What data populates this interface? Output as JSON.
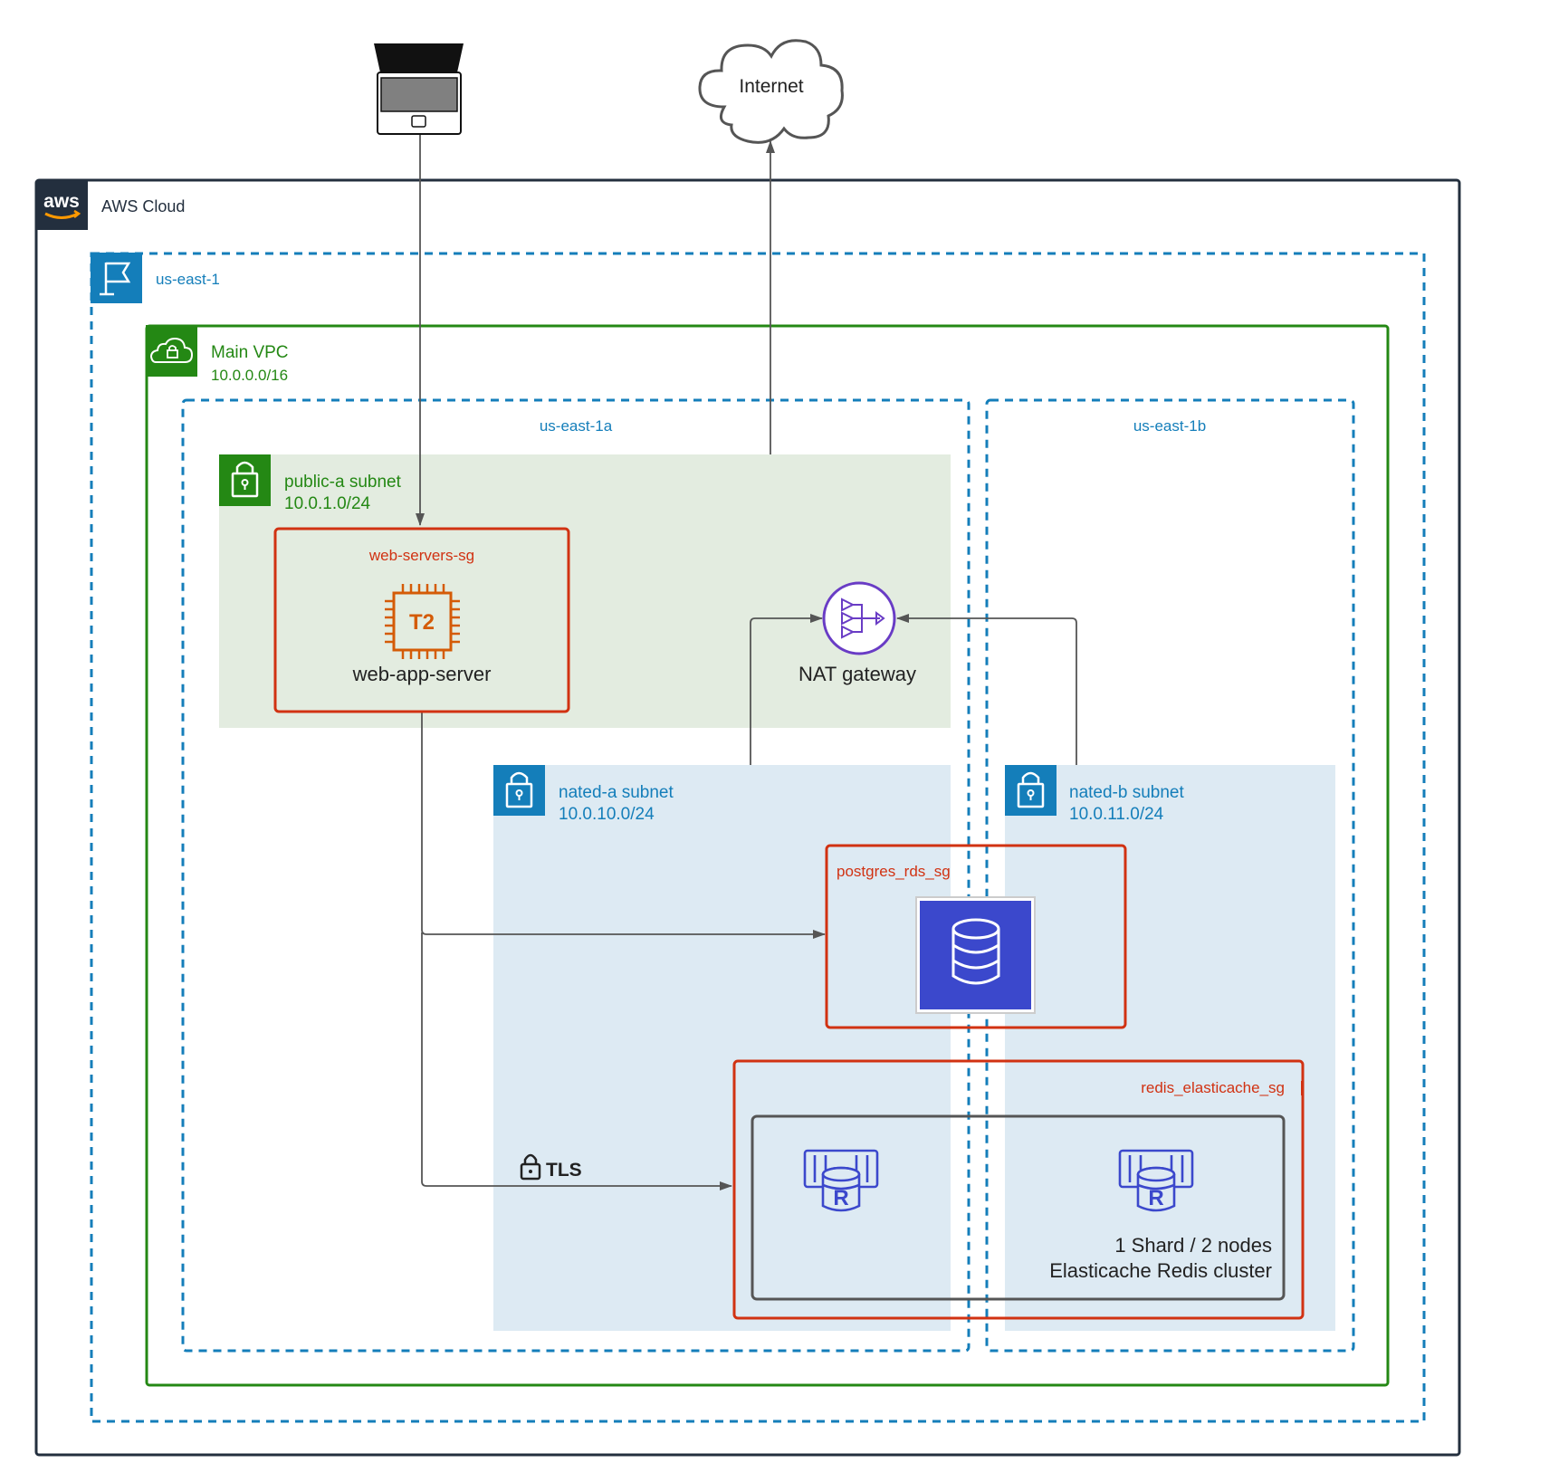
{
  "colors": {
    "aws_dark": "#232f3e",
    "region_blue": "#147eba",
    "vpc_green": "#248814",
    "public_subnet_fill": "#e3ece0",
    "private_subnet_fill": "#ddeaf3",
    "private_subnet_icon": "#147eba",
    "sg_red": "#d13212",
    "ec2_orange": "#d45b07",
    "nat_purple": "#693cc5",
    "rds_blue": "#3b48cc",
    "redis_blue": "#3b48cc",
    "cluster_gray": "#555555",
    "arrow_gray": "#555555"
  },
  "cloud": {
    "label": "AWS Cloud",
    "logo_text": "aws"
  },
  "region": {
    "label": "us-east-1"
  },
  "vpc": {
    "name": "Main VPC",
    "cidr": "10.0.0.0/16"
  },
  "azs": [
    {
      "label": "us-east-1a"
    },
    {
      "label": "us-east-1b"
    }
  ],
  "subnets": {
    "public_a": {
      "name": "public-a subnet",
      "cidr": "10.0.1.0/24"
    },
    "nated_a": {
      "name": "nated-a subnet",
      "cidr": "10.0.10.0/24"
    },
    "nated_b": {
      "name": "nated-b subnet",
      "cidr": "10.0.11.0/24"
    }
  },
  "security_groups": {
    "web": {
      "label": "web-servers-sg"
    },
    "postgres": {
      "label": "postgres_rds_sg"
    },
    "redis": {
      "label": "redis_elasticache_sg"
    }
  },
  "nodes": {
    "internet": {
      "label": "Internet"
    },
    "laptop": {
      "icon": "laptop-icon"
    },
    "ec2": {
      "label": "web-app-server",
      "chip_text": "T2",
      "icon": "ec2-instance-icon"
    },
    "nat": {
      "label": "NAT gateway",
      "icon": "nat-gateway-icon"
    },
    "rds": {
      "icon": "rds-database-icon"
    },
    "redis": {
      "icon": "elasticache-redis-icon",
      "label_line1": "1 Shard / 2 nodes",
      "label_line2": "Elasticache Redis cluster"
    }
  },
  "edges": {
    "tls_label": "TLS"
  }
}
